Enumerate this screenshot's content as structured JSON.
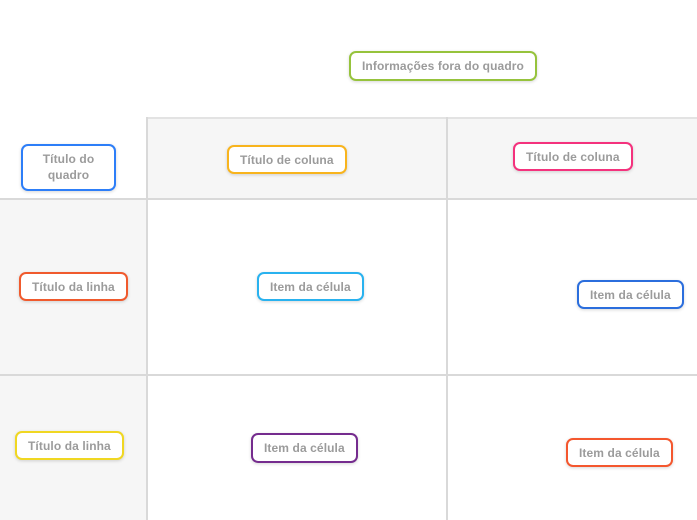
{
  "board": {
    "outside_info": {
      "label": "Informações fora do quadro",
      "color": "#96c33c"
    },
    "frame_title": {
      "label": "Título do quadro",
      "color": "#2d7ef8"
    },
    "column_titles": [
      {
        "label": "Título de coluna",
        "color": "#f8b41d"
      },
      {
        "label": "Título de coluna",
        "color": "#f4327d"
      }
    ],
    "row_titles": [
      {
        "label": "Título da linha",
        "color": "#f05a2d"
      },
      {
        "label": "Título da linha",
        "color": "#f0d722"
      }
    ],
    "cell_items": [
      {
        "label": "Item da célula",
        "color": "#29b2ef"
      },
      {
        "label": "Item da célula",
        "color": "#2b6edd"
      },
      {
        "label": "Item da célula",
        "color": "#752c8e"
      },
      {
        "label": "Item da célula",
        "color": "#f4572e"
      }
    ],
    "text_color": "#9b9b9b"
  }
}
